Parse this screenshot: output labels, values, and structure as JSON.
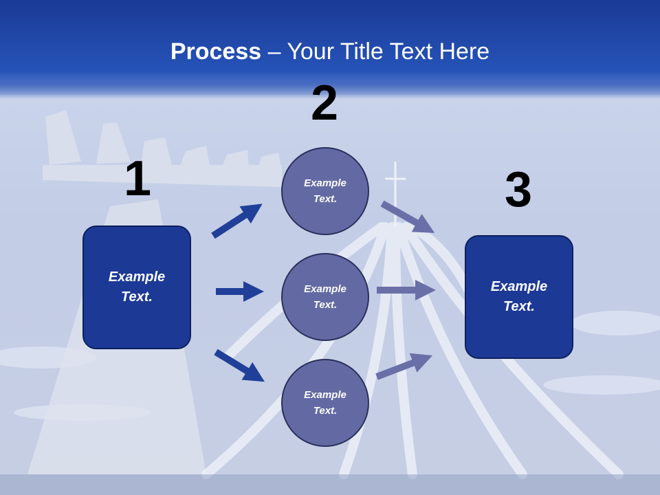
{
  "title": {
    "bold": "Process",
    "rest": " – Your Title Text Here"
  },
  "steps": {
    "one": "1",
    "two": "2",
    "three": "3"
  },
  "left_box": {
    "text": "Example Text."
  },
  "right_box": {
    "text": "Example Text."
  },
  "circles": {
    "top": "Example Text.",
    "middle": "Example Text.",
    "bottom": "Example Text."
  },
  "colors": {
    "header_blue": "#1f46ae",
    "box_fill": "#1c3996",
    "circle_fill": "#636aa3",
    "arrow_left": "#1f3f99",
    "arrow_right": "#6b6fa8"
  }
}
